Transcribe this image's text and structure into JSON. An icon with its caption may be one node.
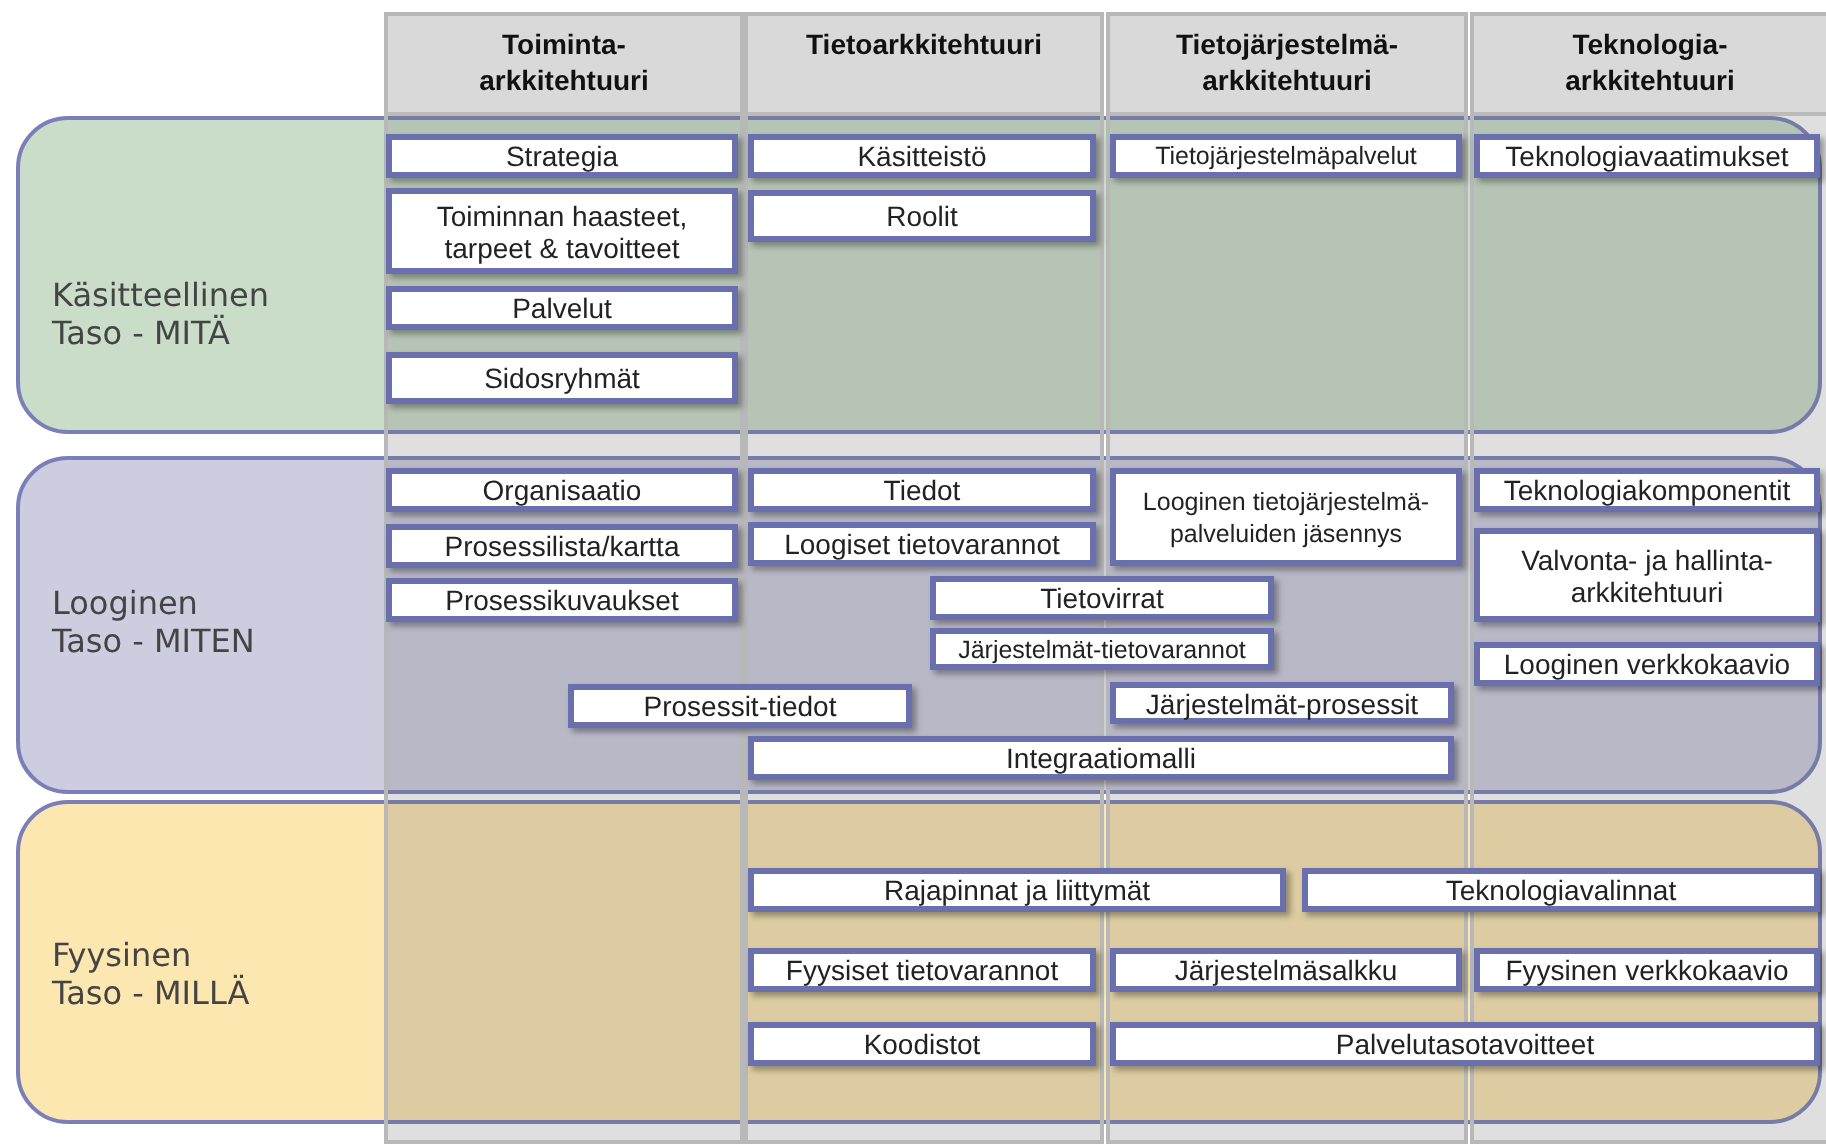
{
  "diagram": {
    "nodes": [
      {
        "text": [
          "Toiminta- arkkitehtuuri"
        ]
      },
      {
        "text": [
          "Tietoarkkitehtuuri"
        ]
      },
      {
        "text": [
          "Tietojärjestelmä- arkkitehtuuri"
        ]
      },
      {
        "text": [
          "Teknologia- arkkitehtuuri"
        ]
      },
      {
        "text": [
          "Käsitteellinen Taso - MITÄ"
        ]
      },
      {
        "text": [
          "Looginen Taso - MITEN"
        ]
      },
      {
        "text": [
          "Fyysinen Taso - MILLÄ"
        ]
      },
      {
        "text": [
          "Strategia"
        ]
      },
      {
        "text": [
          "Käsitteistö"
        ]
      },
      {
        "text": [
          "Tietojärjestelmäpalvelut"
        ]
      },
      {
        "text": [
          "Teknologiavaatimukset"
        ]
      },
      {
        "text": [
          "Toiminnan haasteet, tarpeet & tavoitteet"
        ]
      },
      {
        "text": [
          "Roolit"
        ]
      },
      {
        "text": [
          "Palvelut"
        ]
      },
      {
        "text": [
          "Sidosryhmät"
        ]
      },
      {
        "text": [
          "Organisaatio"
        ]
      },
      {
        "text": [
          "Tiedot"
        ]
      },
      {
        "text": [
          "Looginen tietojärjestelmä- palveluiden jäsennys"
        ]
      },
      {
        "text": [
          "Teknologiakomponentit"
        ]
      },
      {
        "text": [
          "Prosessilista/kartta"
        ]
      },
      {
        "text": [
          "Loogiset tietovarannot"
        ]
      },
      {
        "text": [
          "Valvonta- ja hallinta- arkkitehtuuri"
        ]
      },
      {
        "text": [
          "Prosessikuvaukset"
        ]
      },
      {
        "text": [
          "Tietovirrat"
        ],
        "in": 5
      },
      {
        "text": [
          "Järjestelmät-tietovarannot"
        ],
        "in": 5
      },
      {
        "text": [
          "Looginen verkkokaavio"
        ]
      },
      {
        "text": [
          "Prosessit-tiedot"
        ],
        "in": 5
      },
      {
        "text": [
          "Järjestelmät-prosessit"
        ]
      },
      {
        "text": [
          "Integraatiomalli"
        ],
        "in": 5
      },
      {
        "text": [
          "Rajapinnat ja liittymät"
        ],
        "in": 6
      },
      {
        "text": [
          "Teknologiavalinnat"
        ],
        "in": 6
      },
      {
        "text": [
          "Fyysiset tietovarannot"
        ]
      },
      {
        "text": [
          "Järjestelmäsalkku"
        ]
      },
      {
        "text": [
          "Fyysinen verkkokaavio"
        ]
      },
      {
        "text": [
          "Koodistot"
        ]
      },
      {
        "text": [
          "Palvelutasotavoitteet"
        ],
        "in": 6
      }
    ]
  }
}
